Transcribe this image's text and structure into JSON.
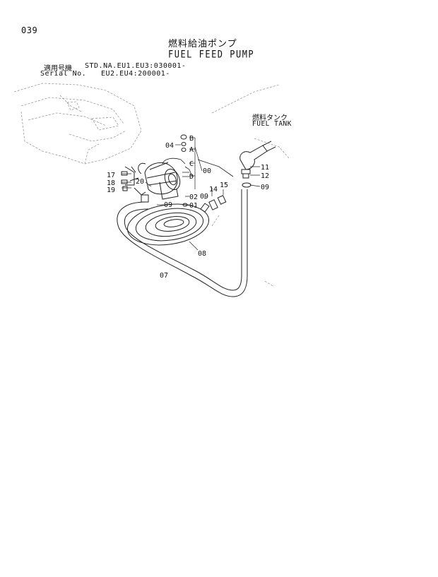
{
  "page_number": "039",
  "title_jp": "燃料給油ポンプ",
  "title_en": "FUEL FEED PUMP",
  "serial": {
    "label_jp": "適用号機",
    "label_en": "Serial No.",
    "line1": "STD.NA.EU1.EU3:030001-",
    "line2": "EU2.EU4:200001-"
  },
  "tank_label": {
    "jp": "燃料タンク",
    "en": "FUEL TANK"
  },
  "callouts": {
    "b": "B",
    "a": "A",
    "c": "C",
    "d": "D",
    "p04": "04",
    "p00": "00",
    "p17": "17",
    "p18": "18",
    "p19": "19",
    "p20": "20",
    "p09a": "09",
    "p01": "01",
    "p02": "02",
    "p09b": "09",
    "p14": "14",
    "p15": "15",
    "p11": "11",
    "p12": "12",
    "p09c": "09",
    "p08": "08",
    "p07": "07"
  }
}
